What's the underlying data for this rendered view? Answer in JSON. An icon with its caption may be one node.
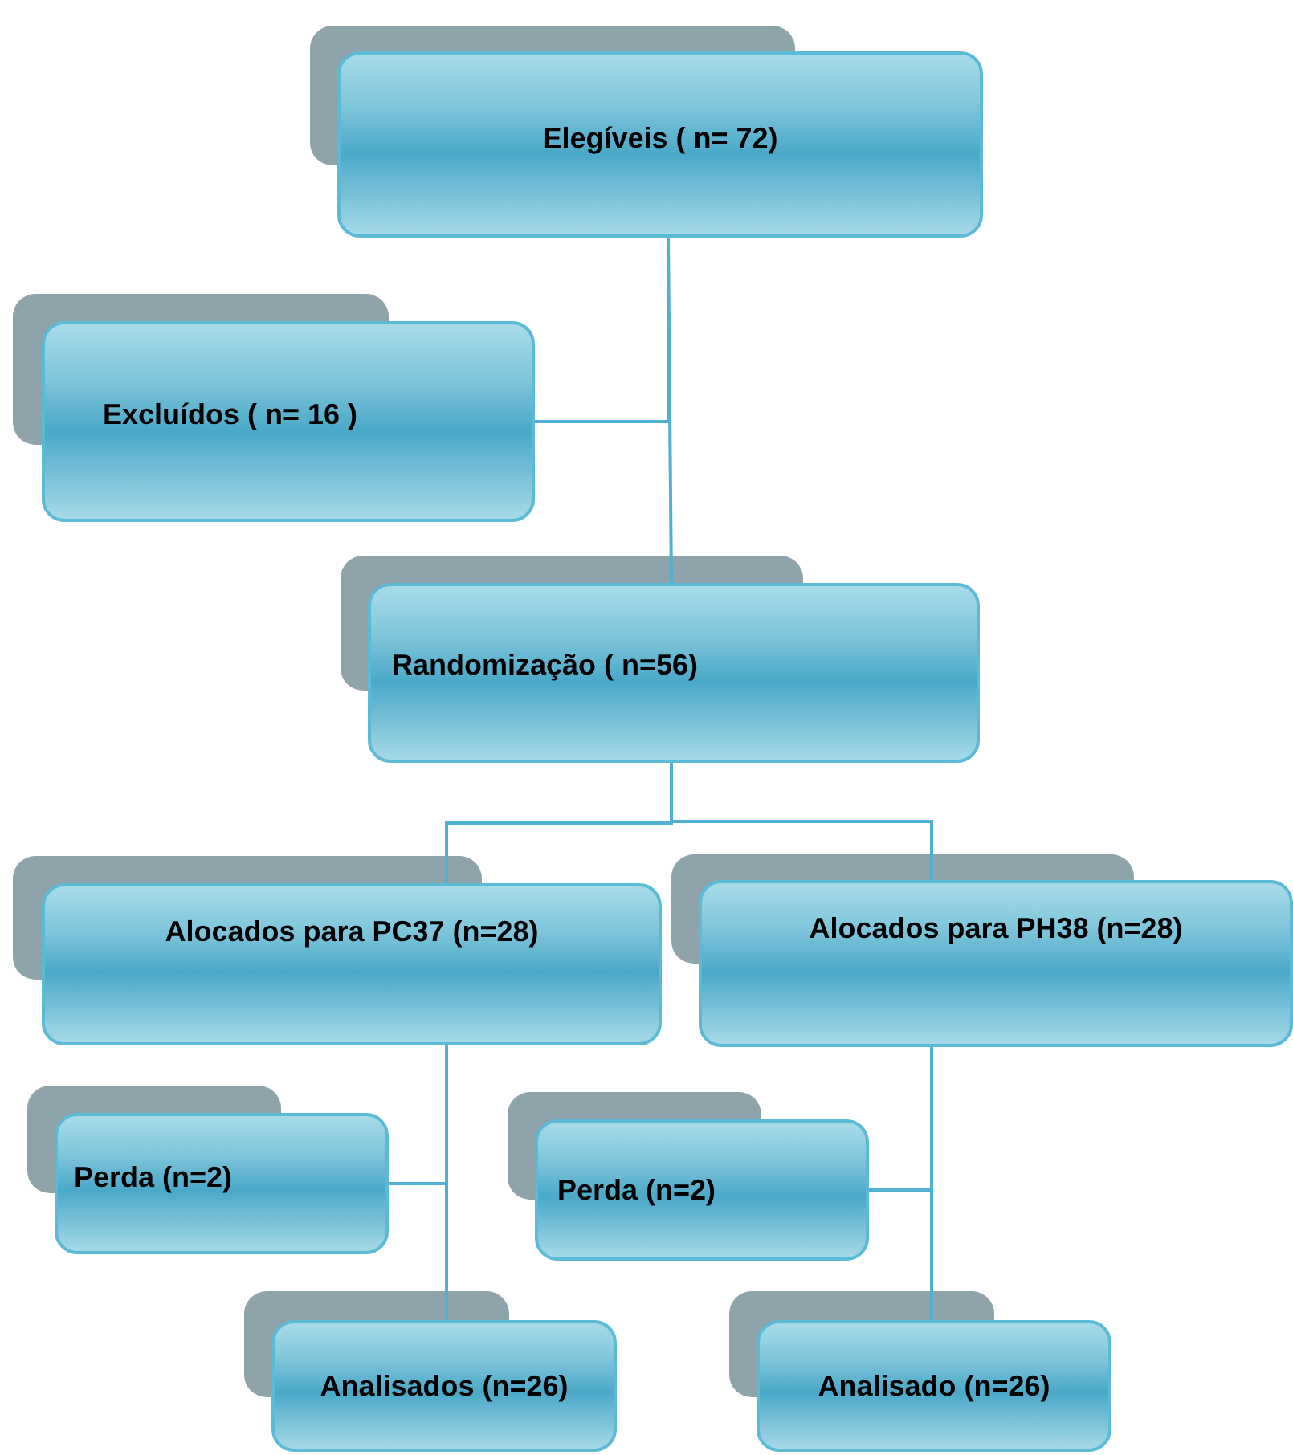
{
  "diagram": {
    "nodes": [
      {
        "text": [
          "Elegíveis ( n= 72)"
        ]
      },
      {
        "text": [
          "Excluídos ( n= 16 )"
        ]
      },
      {
        "text": [
          "Randomização ( n=56)"
        ]
      },
      {
        "text": [
          "Alocados para PC37 (n=28)"
        ]
      },
      {
        "text": [
          "Alocados para PH38 (n=28)"
        ]
      },
      {
        "text": [
          "Perda (n=2)"
        ]
      },
      {
        "text": [
          "Perda (n=2)"
        ]
      },
      {
        "text": [
          "Analisados (n=26)"
        ]
      },
      {
        "text": [
          "Analisado (n=26)"
        ]
      }
    ],
    "edges": [
      {
        "from": 0,
        "to": 1,
        "arrow": "none"
      },
      {
        "from": 0,
        "to": 2,
        "arrow": "none"
      },
      {
        "from": 2,
        "to": 3,
        "arrow": "none"
      },
      {
        "from": 2,
        "to": 4,
        "arrow": "none"
      },
      {
        "from": 3,
        "to": 5,
        "arrow": "none"
      },
      {
        "from": 3,
        "to": 7,
        "arrow": "none"
      },
      {
        "from": 4,
        "to": 6,
        "arrow": "none"
      },
      {
        "from": 4,
        "to": 8,
        "arrow": "none"
      }
    ]
  }
}
